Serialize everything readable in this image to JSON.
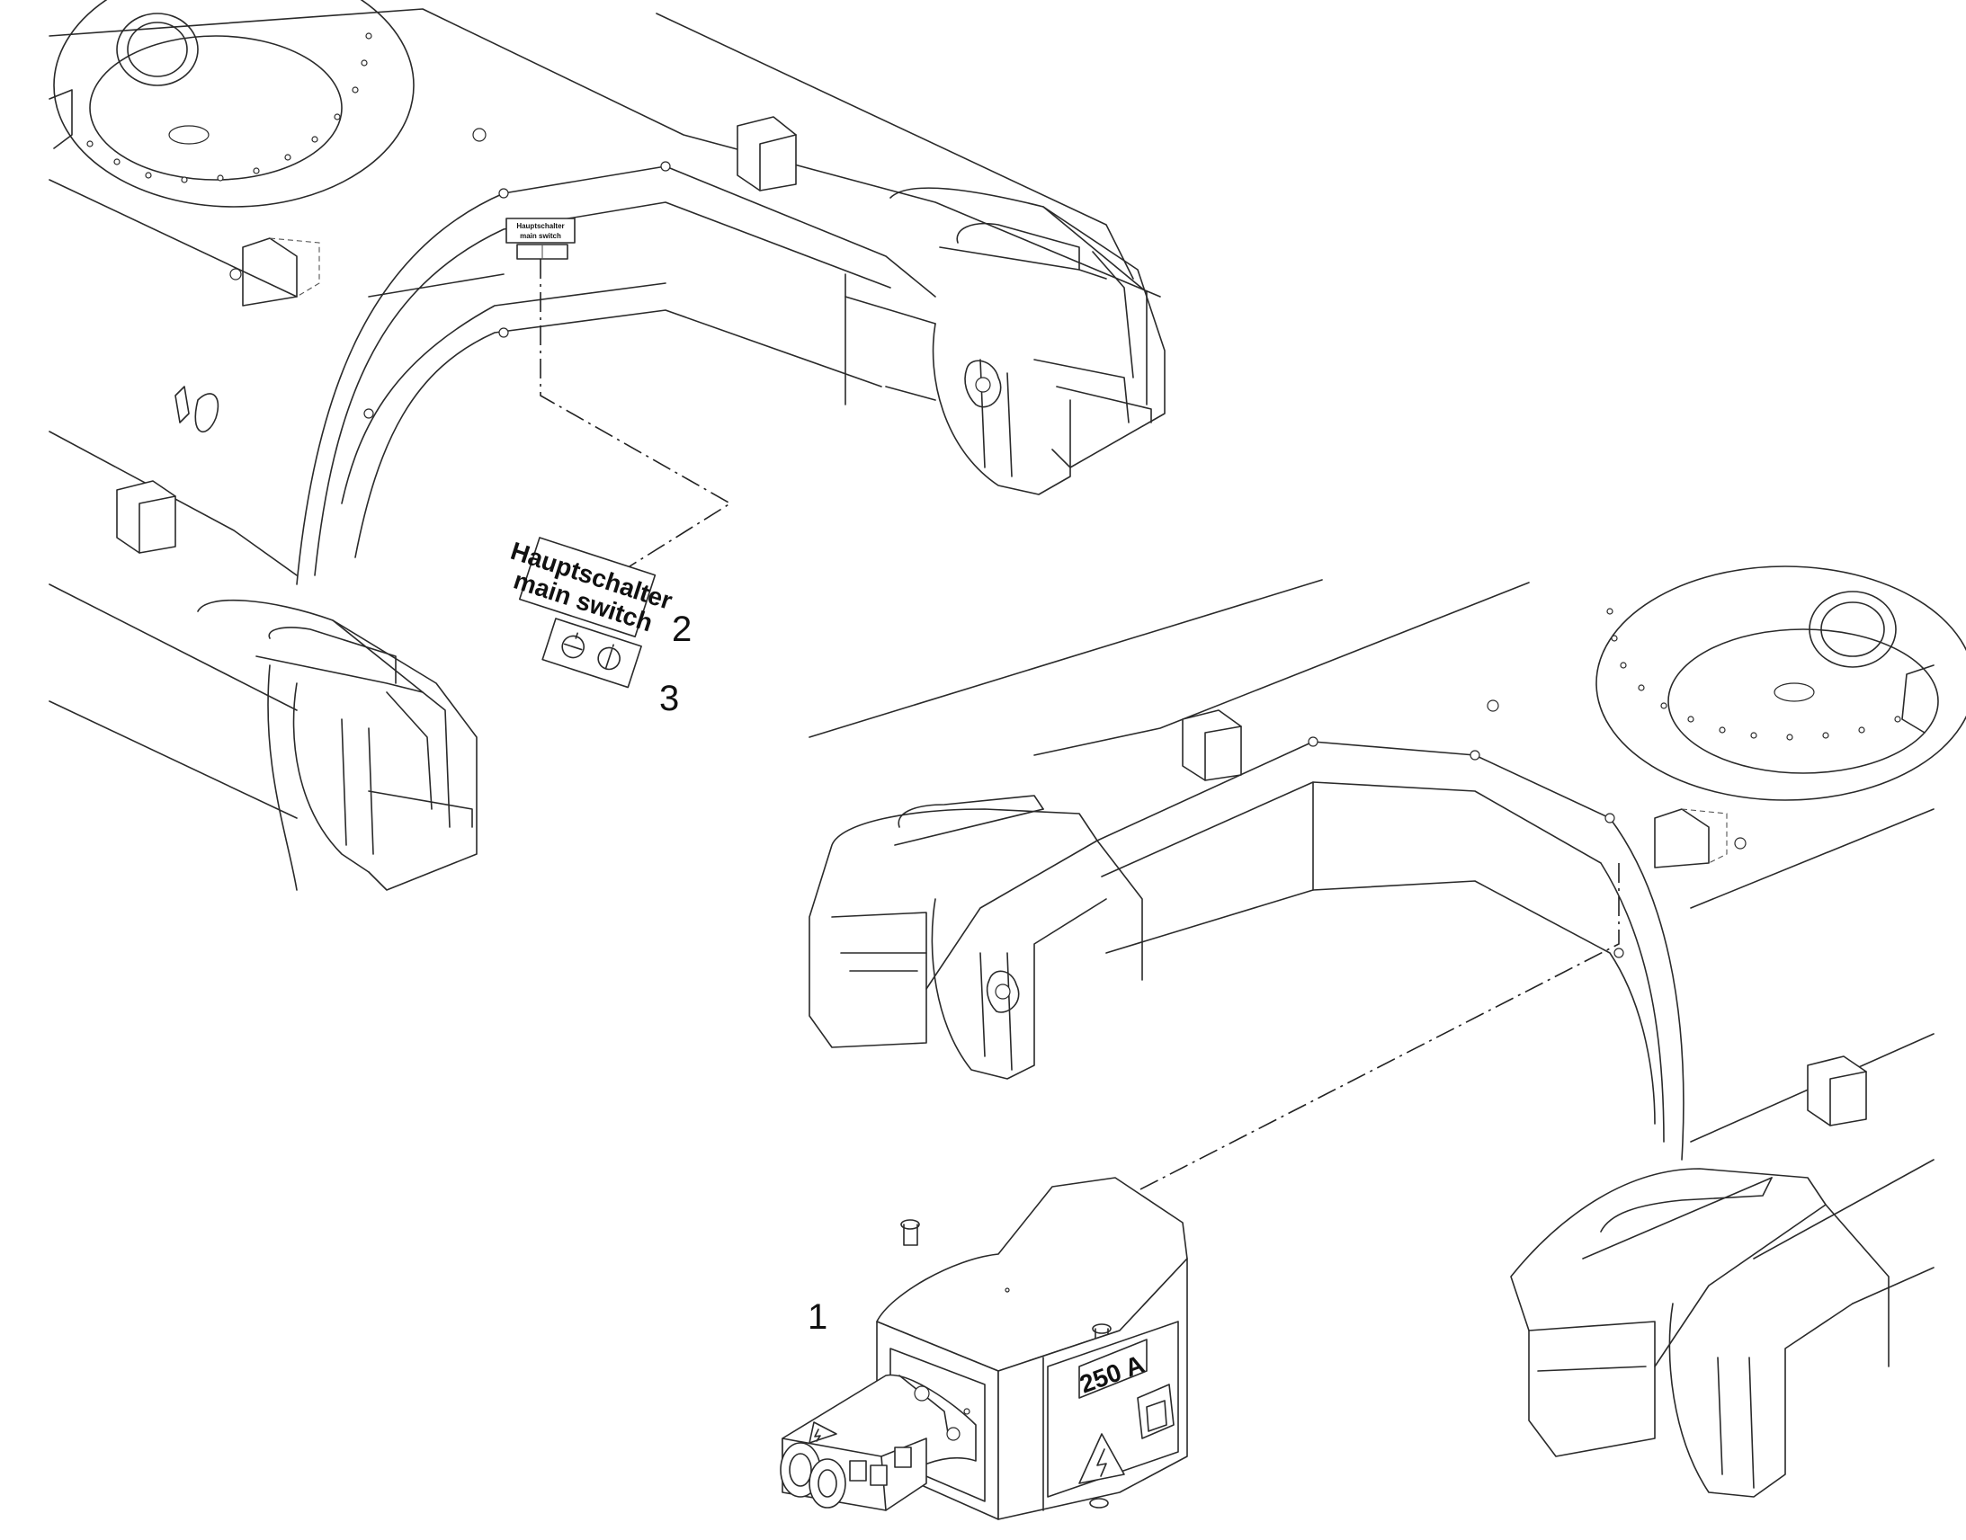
{
  "callouts": [
    {
      "id": "1",
      "label": "1"
    },
    {
      "id": "2",
      "label": "2"
    },
    {
      "id": "3",
      "label": "3"
    }
  ],
  "decal_main_switch": {
    "line1": "Hauptschalter",
    "line2": "main switch"
  },
  "switch_box": {
    "rating_label": "250 A"
  }
}
